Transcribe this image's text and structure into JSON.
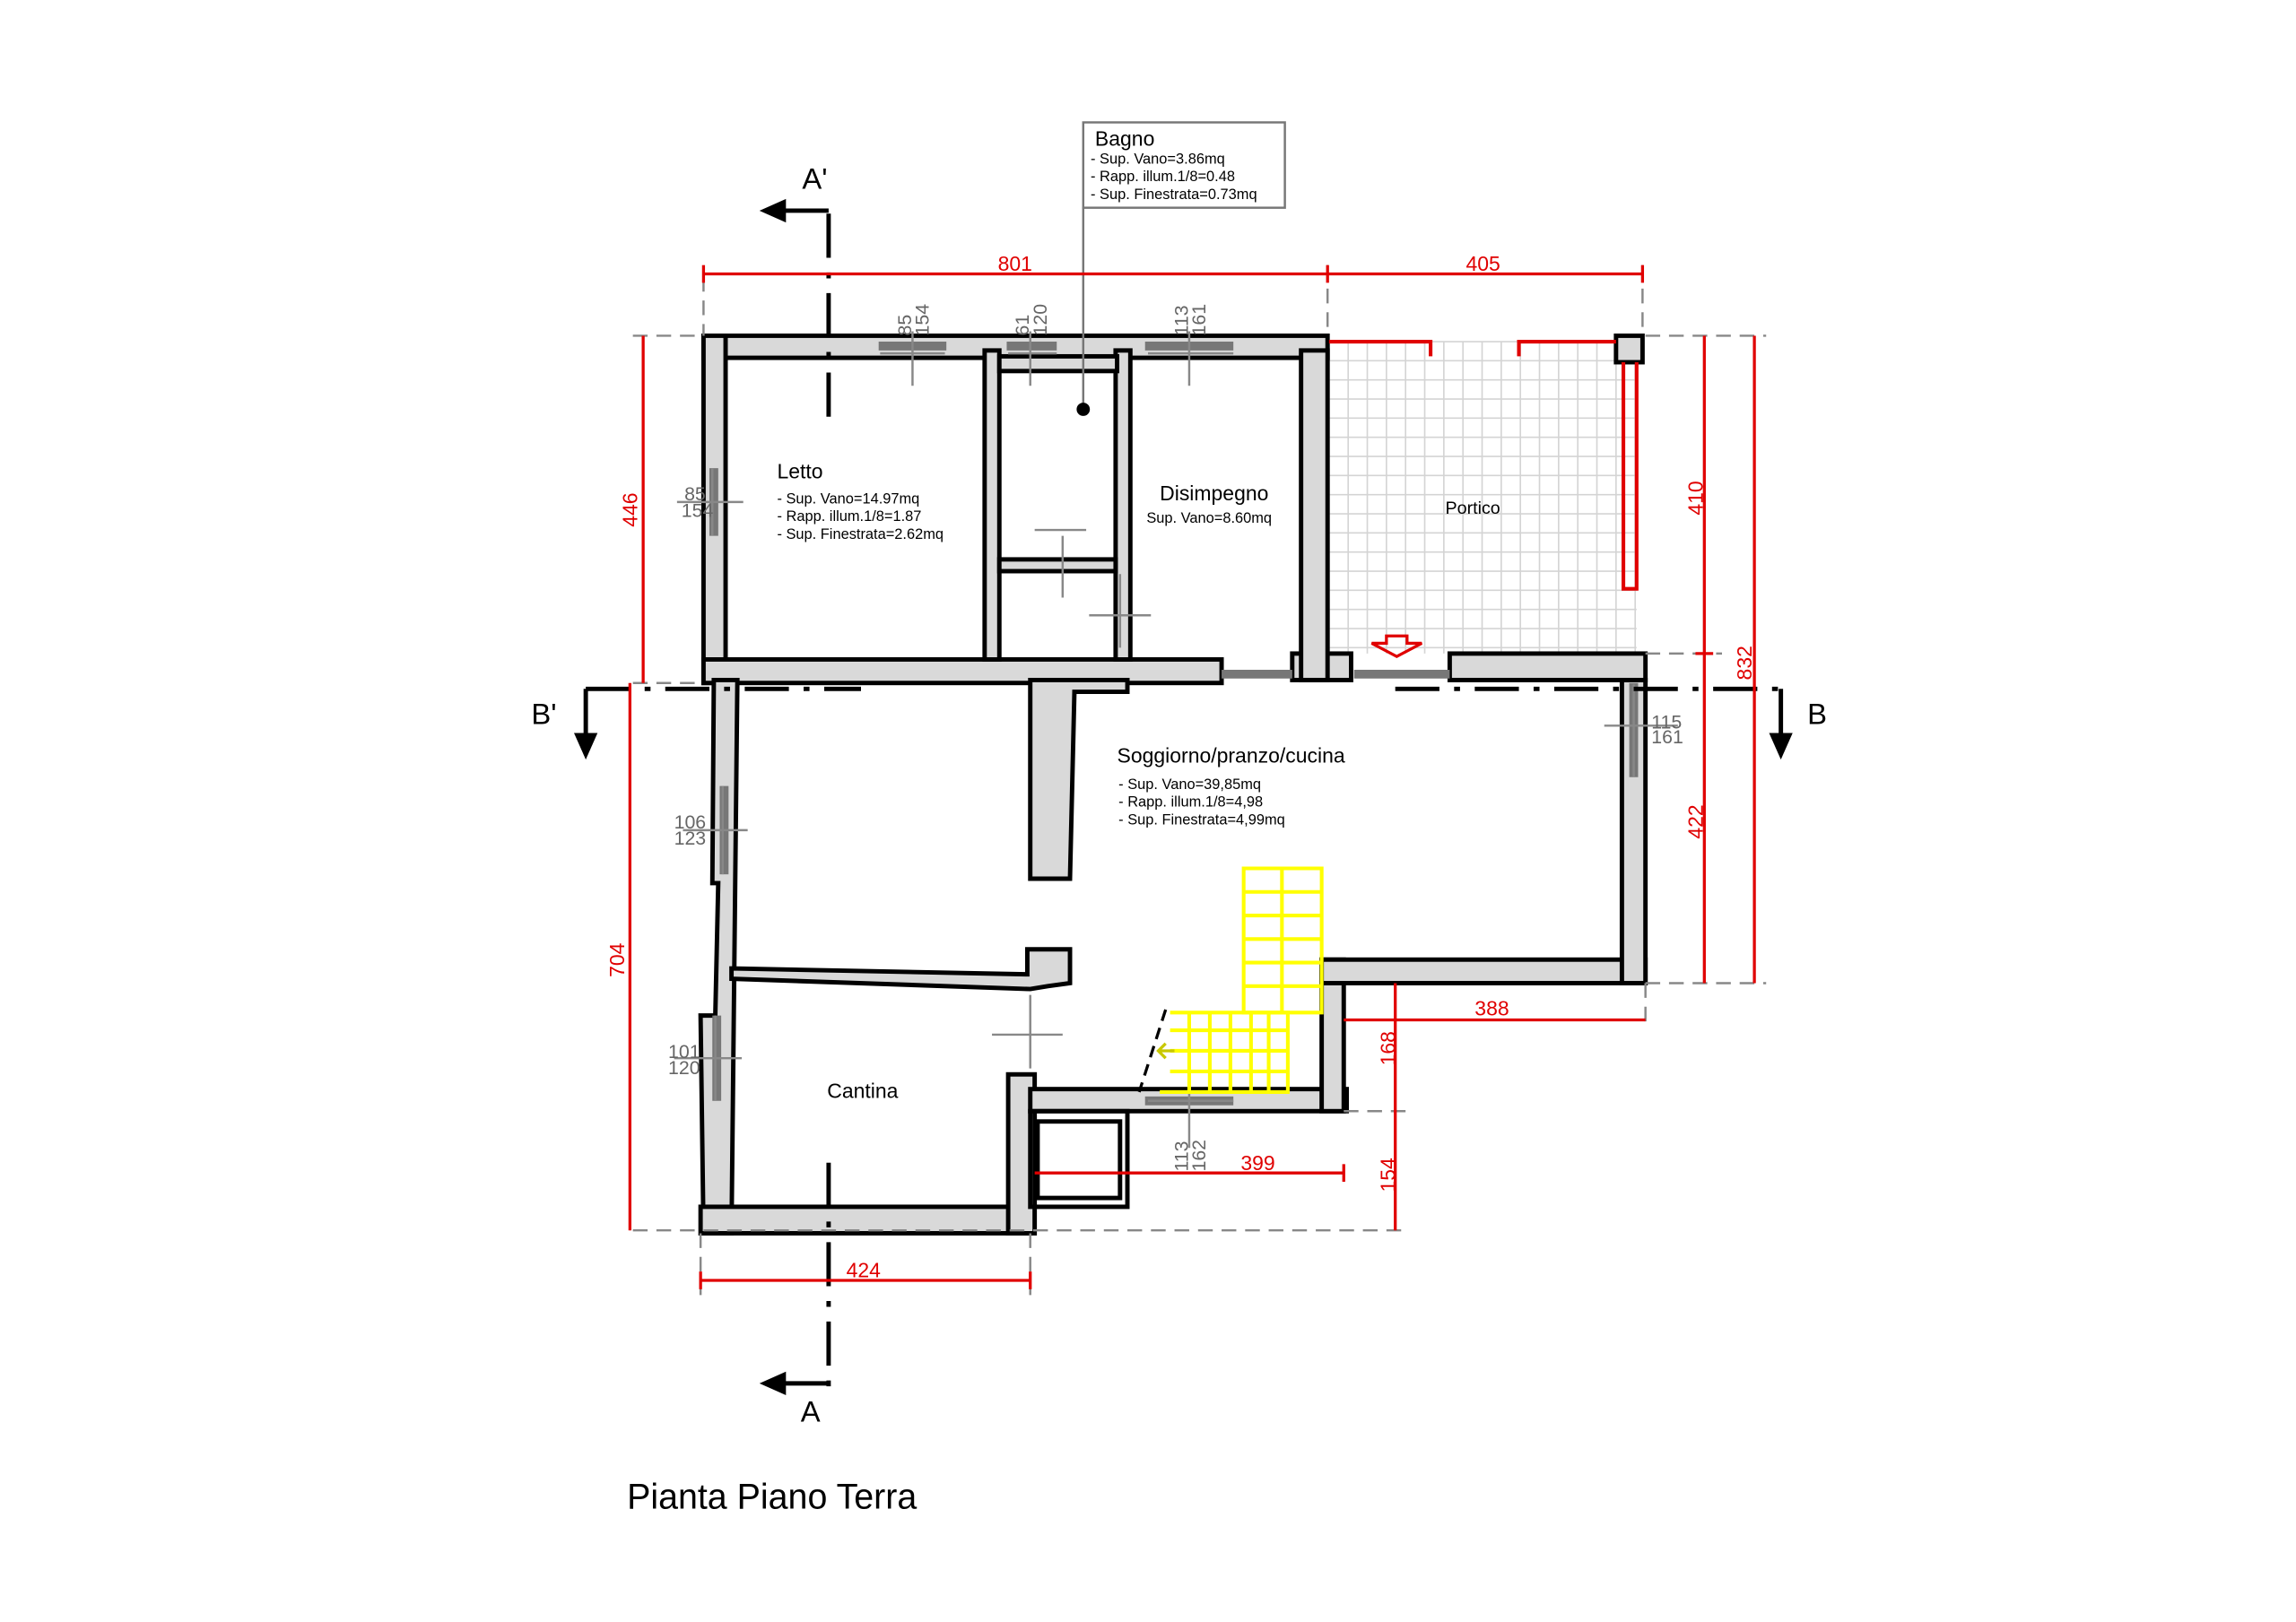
{
  "title": "Pianta Piano Terra",
  "sections": {
    "a_top": "A'",
    "a_bottom": "A",
    "b_left": "B'",
    "b_right": "B"
  },
  "rooms": {
    "bagno": {
      "name": "Bagno",
      "lines": [
        "- Sup. Vano=3.86mq",
        "- Rapp. illum.1/8=0.48",
        "- Sup. Finestrata=0.73mq"
      ]
    },
    "letto": {
      "name": "Letto",
      "lines": [
        "- Sup. Vano=14.97mq",
        "- Rapp. illum.1/8=1.87",
        "- Sup. Finestrata=2.62mq"
      ]
    },
    "disimpegno": {
      "name": "Disimpegno",
      "lines": [
        "Sup. Vano=8.60mq"
      ]
    },
    "portico": {
      "name": "Portico"
    },
    "soggiorno": {
      "name": "Soggiorno/pranzo/cucina",
      "lines": [
        "- Sup. Vano=39,85mq",
        "- Rapp. illum.1/8=4,98",
        "- Sup. Finestrata=4,99mq"
      ]
    },
    "cantina": {
      "name": "Cantina"
    }
  },
  "dimensions": {
    "top_left": "801",
    "top_right": "405",
    "left_upper": "446",
    "left_lower": "704",
    "right_upper": "410",
    "right_lower": "422",
    "right_total": "832",
    "step_horizontal": "388",
    "step_vertical": "168",
    "lower_horizontal": "399",
    "lower_vertical": "154",
    "bottom": "424"
  },
  "windows": [
    {
      "w": "85",
      "h": "154"
    },
    {
      "w": "61",
      "h": "120"
    },
    {
      "w": "113",
      "h": "161"
    },
    {
      "w": "85",
      "h": "154"
    },
    {
      "w": "115",
      "h": "161"
    },
    {
      "w": "106",
      "h": "123"
    },
    {
      "w": "101",
      "h": "120"
    },
    {
      "w": "113",
      "h": "162"
    }
  ]
}
